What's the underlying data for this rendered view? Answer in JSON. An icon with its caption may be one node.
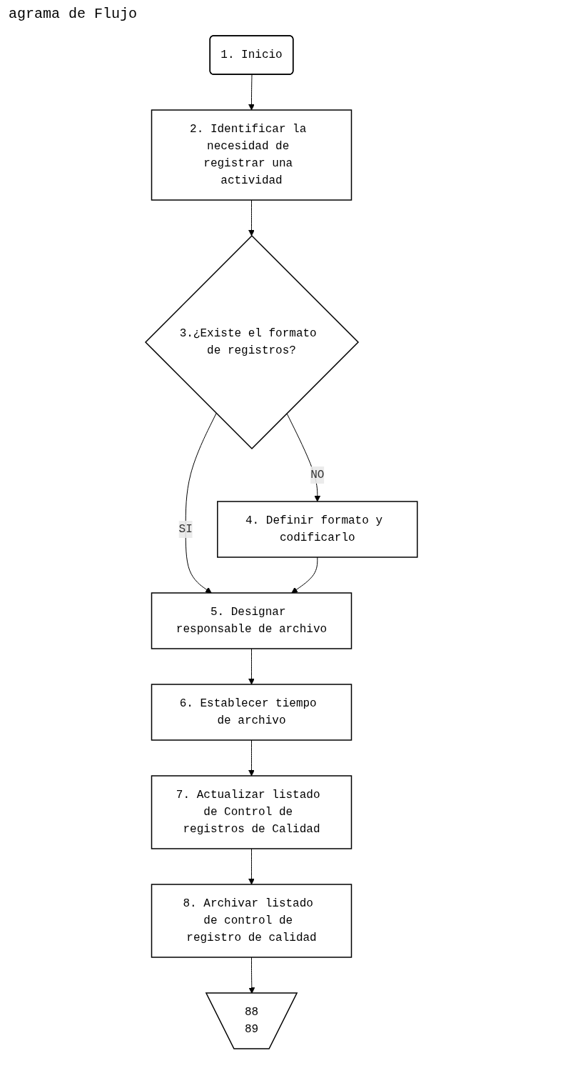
{
  "diagram": {
    "title": "agrama de Flujo",
    "nodes": [
      {
        "text": [
          "1. Inicio"
        ]
      },
      {
        "text": [
          "2. Identificar la necesidad de registrar una actividad"
        ]
      },
      {
        "text": [
          "3.¿Existe el formato de registros?"
        ]
      },
      {
        "text": [
          "4. Definir formato y codificarlo"
        ]
      },
      {
        "text": [
          "5. Designar responsable de archivo"
        ]
      },
      {
        "text": [
          "6. Establecer tiempo de archivo"
        ]
      },
      {
        "text": [
          "7. Actualizar listado de Control de registros de Calidad"
        ]
      },
      {
        "text": [
          "8. Archivar listado de control de registro de calidad"
        ]
      },
      {
        "text": [
          "88",
          "89"
        ]
      }
    ],
    "edges": [
      {
        "from": 0,
        "to": 1,
        "arrow": "to"
      },
      {
        "from": 1,
        "to": 2,
        "arrow": "to"
      },
      {
        "from": 2,
        "to": 3,
        "arrow": "to",
        "label": "NO"
      },
      {
        "from": 2,
        "to": 4,
        "arrow": "to",
        "label": "SI"
      },
      {
        "from": 3,
        "to": 4,
        "arrow": "to"
      },
      {
        "from": 4,
        "to": 5,
        "arrow": "to"
      },
      {
        "from": 5,
        "to": 6,
        "arrow": "to"
      },
      {
        "from": 6,
        "to": 7,
        "arrow": "to"
      },
      {
        "from": 7,
        "to": 8,
        "arrow": "to"
      }
    ]
  }
}
